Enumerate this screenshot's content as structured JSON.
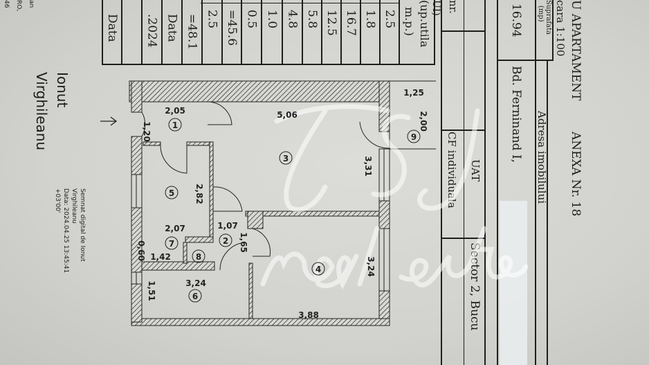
{
  "left_table": {
    "header": [
      "(up.utila",
      "m.p.)"
    ],
    "cells": [
      "2.5",
      "1.8",
      "16.7",
      "12.5",
      "5.8",
      "4.8",
      "1.0",
      "0.5",
      "=45.6",
      "2.5",
      "=48.1",
      "Data",
      ".2024",
      "",
      "Data"
    ]
  },
  "right_table": {
    "title": "U APARTAMENT",
    "annex": "ANEXA Nr. 18",
    "scale": "cara 1:100",
    "area_label_1": "Suprafata",
    "area_label_2": "(mp)",
    "address_label": "Adresa imobilului",
    "area_value": "16.94",
    "address_value": "Bd. Ferninand I,",
    "uat_label": "UAT",
    "uat_value": "Sector 2, Bucu",
    "nr_label": "nr.",
    "ui_label": "UI)",
    "cf_label": "CF individuala"
  },
  "signature": {
    "name_first": "Ionut",
    "name_last": "Virghileanu",
    "line1": "Semnat digital de Ionut",
    "line2": "Virghileanu",
    "line3": "Data: 2024.04.25 13:45:41",
    "line4": "+03'00'"
  },
  "edge_fragments": [
    "an",
    "RO,",
    "46"
  ],
  "watermark": {
    "logo": "TS&J",
    "text": "real estate"
  },
  "floor_plan": {
    "rooms": [
      "1",
      "2",
      "3",
      "4",
      "5",
      "6",
      "7",
      "8",
      "9"
    ],
    "dimensions": {
      "r1_width": "2,05",
      "r1_height": "1,20",
      "r3_width": "5,06",
      "r3_height": "3,31",
      "r5_height": "2,82",
      "r2_width": "1,07",
      "r2_height": "1,65",
      "r7_width": "2,07",
      "r7_a": "0,60",
      "r7_b": "1,42",
      "r6_width": "3,24",
      "r6_height": "1,51",
      "r4_height": "3,24",
      "r4_width": "3,88",
      "r9_width": "1,25",
      "r9_height": "2,00"
    }
  }
}
